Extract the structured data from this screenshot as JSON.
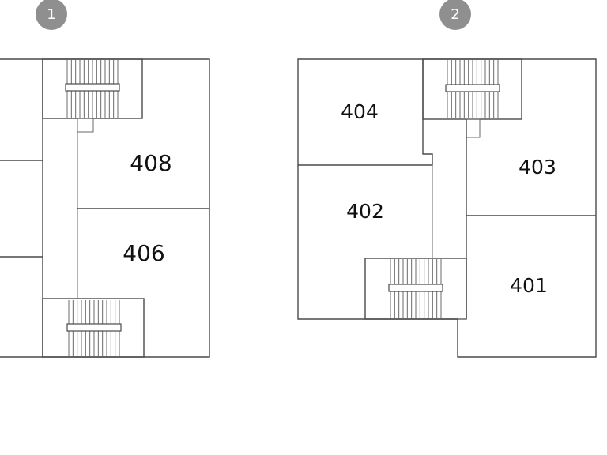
{
  "floorplans": [
    {
      "badge": "1",
      "rooms": [
        {
          "id": "408",
          "label": "408"
        },
        {
          "id": "406",
          "label": "406"
        }
      ]
    },
    {
      "badge": "2",
      "rooms": [
        {
          "id": "404",
          "label": "404"
        },
        {
          "id": "403",
          "label": "403"
        },
        {
          "id": "402",
          "label": "402"
        },
        {
          "id": "401",
          "label": "401"
        }
      ]
    }
  ],
  "colors": {
    "wall": "#4a4a4a",
    "badge": "#8f8f8f",
    "text": "#111111"
  }
}
